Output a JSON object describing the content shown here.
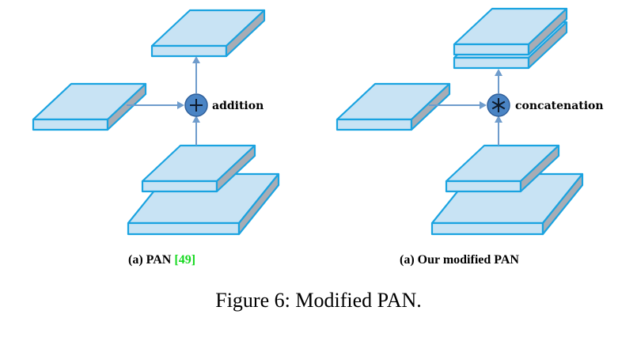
{
  "panel_left": {
    "operation_label": "addition",
    "operation_symbol": "plus",
    "caption_prefix": "(a) PAN",
    "caption_citation": "[49]"
  },
  "panel_right": {
    "operation_label": "concatenation",
    "operation_symbol": "asterisk",
    "caption_prefix": "(a) Our modified PAN",
    "caption_citation": ""
  },
  "figure_caption": "Figure 6: Modified PAN.",
  "colors": {
    "slab_fill": "#c8e3f4",
    "slab_outline": "#1aa3e0",
    "slab_side": "#a8acb4",
    "arrow": "#6f9ccc",
    "operator": "#4a84c4",
    "citation": "#14d81e"
  }
}
